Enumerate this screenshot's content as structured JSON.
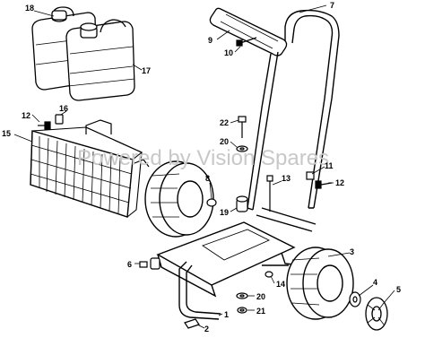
{
  "watermark": "Powered by Vision Spares",
  "callouts": {
    "c1": "1",
    "c2": "2",
    "c3": "3",
    "c4": "4",
    "c5": "5",
    "c6": "6",
    "c7": "7",
    "c8": "8",
    "c9": "9",
    "c10": "10",
    "c11": "11",
    "c12a": "12",
    "c12b": "12",
    "c13": "13",
    "c14": "14",
    "c15": "15",
    "c16": "16",
    "c17": "17",
    "c18": "18",
    "c19": "19",
    "c20a": "20",
    "c20b": "20",
    "c21": "21",
    "c22": "22"
  },
  "parts": [
    "fuel-canister-18",
    "water-canister-17",
    "handle-7",
    "handle-grip-9",
    "screw-10",
    "basket-15",
    "clip-16",
    "screw-12",
    "bolt-22",
    "washer-20",
    "wheel-left",
    "cap-8",
    "spacer-19",
    "bolt-13",
    "nut-11",
    "screw-12b",
    "frame-1",
    "foot-2",
    "wheel-3",
    "hub-washer-4",
    "hubcap-5",
    "pin-6",
    "nut-14",
    "washer-20b",
    "nut-21"
  ]
}
